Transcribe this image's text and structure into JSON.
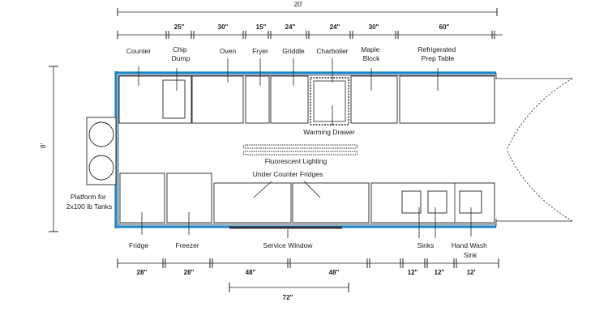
{
  "dimensions": {
    "total_length": "20'",
    "width": "8'",
    "top": [
      "25\"",
      "30\"",
      "15\"",
      "24\"",
      "24\"",
      "30\"",
      "60\""
    ],
    "bottom": [
      "28\"",
      "28\"",
      "48\"",
      "48\"",
      "12\"",
      "12\"",
      "12'"
    ],
    "extra_bottom": "72\""
  },
  "equipment_top": {
    "counter": "Counter",
    "chip_dump": "Chip Dump",
    "oven": "Oven",
    "fryer": "Fryer",
    "griddle": "Griddle",
    "charboiler": "Charboiler",
    "maple_block": "Maple Block",
    "refrigerated_prep_table": "Refrigerated Prep Table"
  },
  "interior": {
    "warming_drawer": "Warming Drawer",
    "fluorescent_lighting": "Fluorescent Lighting",
    "under_counter_fridges": "Under Counter Fridges",
    "platform": "Platform for 2x100 lb Tanks"
  },
  "equipment_bottom": {
    "fridge": "Fridge",
    "freezer": "Freezer",
    "service_window": "Service Window",
    "sinks": "Sinks",
    "hand_wash_sink": "Hand Wash Sink"
  }
}
